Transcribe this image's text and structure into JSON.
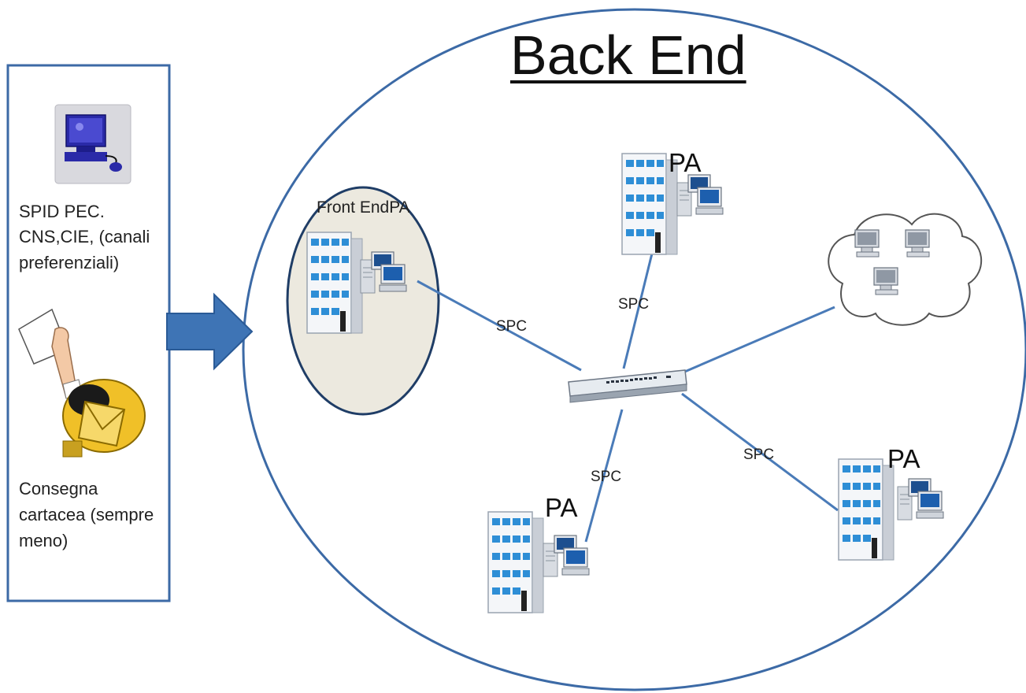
{
  "title": "Back End",
  "left_panel": {
    "channels_lines": [
      "SPID PEC.",
      "CNS,CIE, (canali",
      "preferenziali)"
    ],
    "delivery_lines": [
      "Consegna",
      "cartacea (sempre",
      "meno)"
    ]
  },
  "front_end_label": "Front EndPA",
  "pa_label": "PA",
  "link_label": "SPC",
  "colors": {
    "outline": "#3c6aa6",
    "arrow_fill": "#3e74b5",
    "front_end_fill": "#ece9df",
    "front_end_stroke": "#1f3d66",
    "link": "#4a7bb8"
  },
  "icons": [
    "computer-icon",
    "mail-delivery-icon",
    "building-icon",
    "server-icon",
    "network-switch-icon",
    "cloud-network-icon"
  ]
}
